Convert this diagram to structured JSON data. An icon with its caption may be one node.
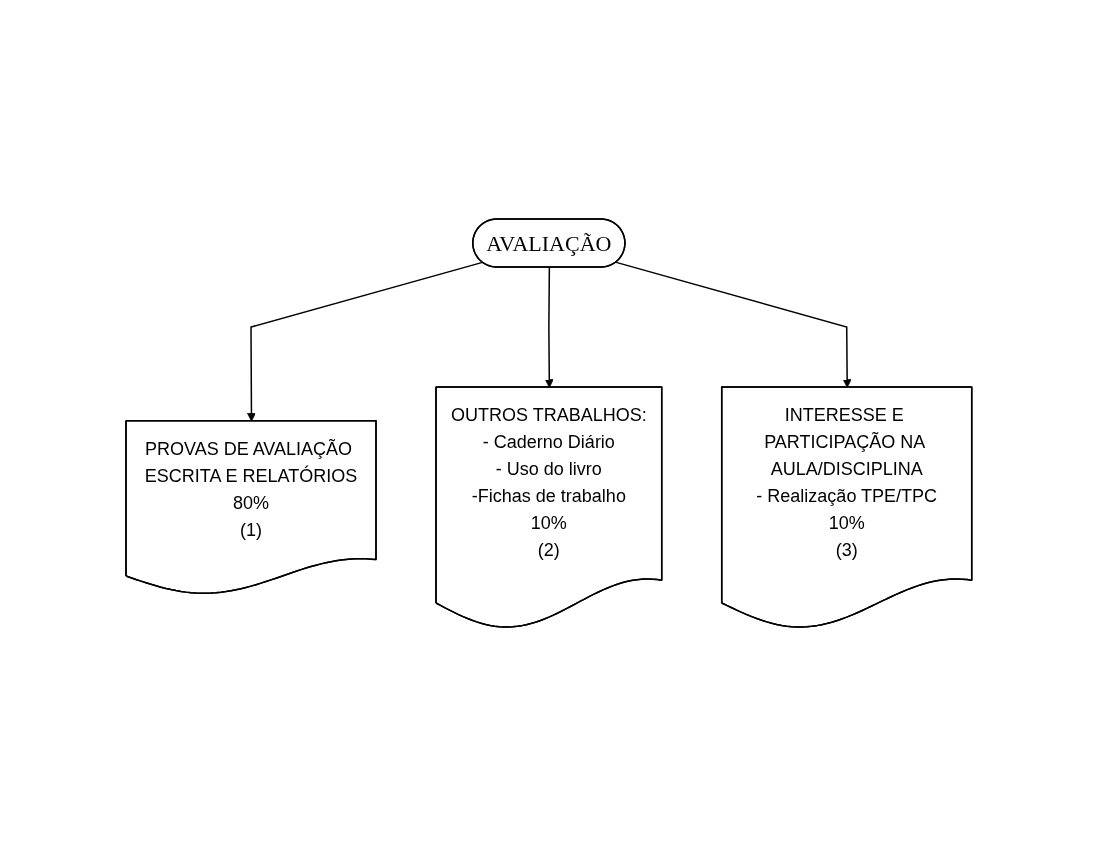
{
  "diagram": {
    "nodes": [
      {
        "text": [
          "AVALIAÇÃO"
        ]
      },
      {
        "text": [
          "PROVAS DE AVALIAÇÃO ESCRITA E RELATÓRIOS",
          "80%",
          "(1)"
        ]
      },
      {
        "text": [
          "OUTROS TRABALHOS:",
          "- Caderno Diário",
          "- Uso do livro",
          "-Fichas de trabalho",
          "10%",
          "(2)"
        ]
      },
      {
        "text": [
          "INTERESSE E PARTICIPAÇÃO NA AULA/DISCIPLINA",
          "- Realização TPE/TPC",
          "10%",
          "(3)"
        ]
      }
    ],
    "edges": [
      {
        "from": 0,
        "to": 1,
        "arrow": "to"
      },
      {
        "from": 0,
        "to": 2,
        "arrow": "to"
      },
      {
        "from": 0,
        "to": 3,
        "arrow": "to"
      }
    ]
  }
}
